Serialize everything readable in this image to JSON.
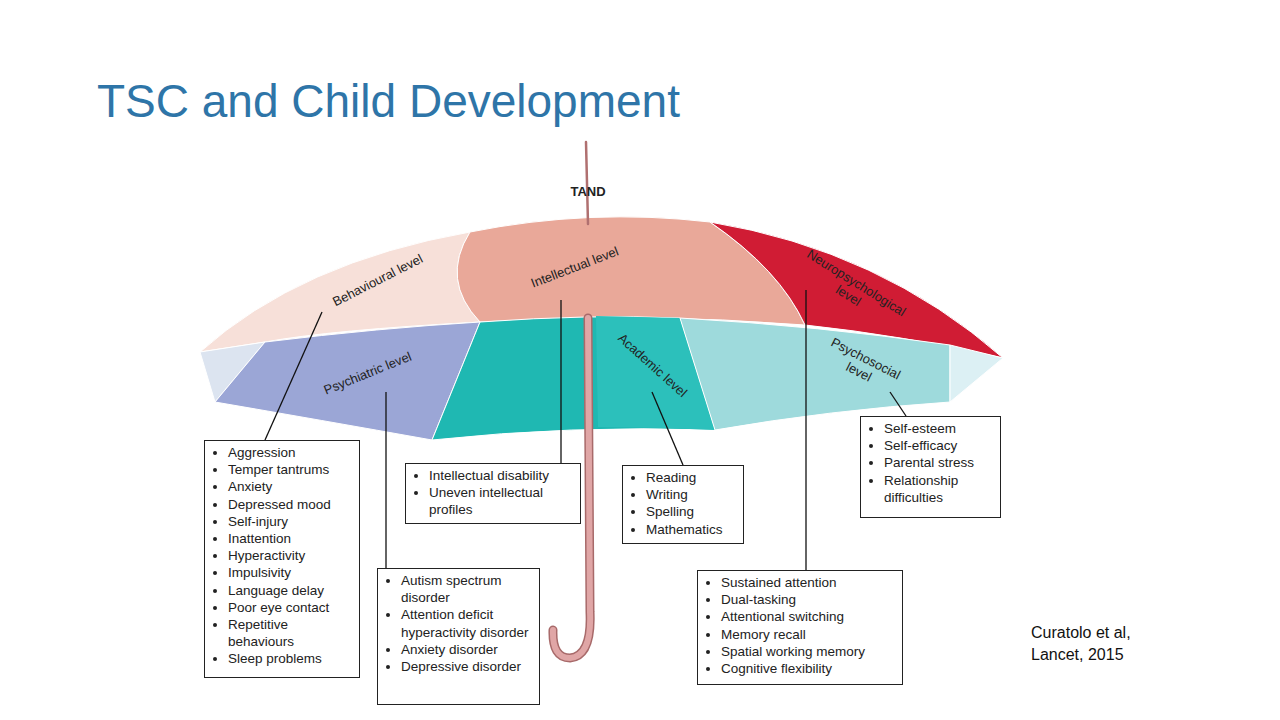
{
  "diagram": {
    "title": "TSC and Child Development",
    "nodes": [
      {
        "text": [
          "Aggression",
          "Temper tantrums",
          "Anxiety",
          "Depressed mood",
          "Self-injury",
          "Inattention",
          "Hyperactivity",
          "Impulsivity",
          "Language delay",
          "Poor eye contact",
          "Repetitive behaviours",
          "Sleep problems"
        ]
      },
      {
        "text": [
          "Autism spectrum disorder",
          "Attention deficit hyperactivity disorder",
          "Anxiety disorder",
          "Depressive disorder"
        ]
      },
      {
        "text": [
          "Intellectual disability",
          "Uneven intellectual profiles"
        ]
      },
      {
        "text": [
          "Reading",
          "Writing",
          "Spelling",
          "Mathematics"
        ]
      },
      {
        "text": [
          "Sustained attention",
          "Dual-tasking",
          "Attentional switching",
          "Memory recall",
          "Spatial working memory",
          "Cognitive flexibility"
        ]
      },
      {
        "text": [
          "Self-esteem",
          "Self-efficacy",
          "Parental stress",
          "Relationship difficulties"
        ]
      }
    ],
    "labels": [
      "TAND",
      "Behavioural level",
      "Intellectual level",
      "Neuropsychological level",
      "Psychiatric level",
      "Academic level",
      "Psychosocial level",
      "Curatolo et al, Lancet, 2015"
    ]
  }
}
